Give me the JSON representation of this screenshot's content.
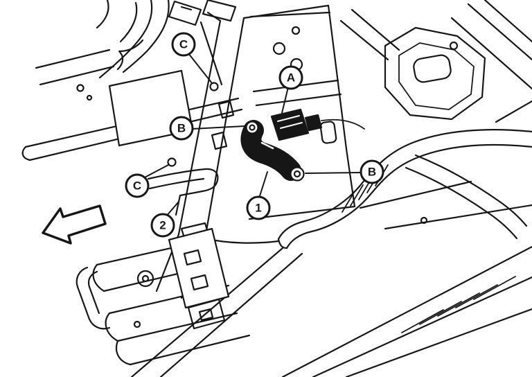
{
  "figure": {
    "background_color": "#ffffff",
    "line_color": "#161616",
    "callouts": [
      {
        "id": "c-upper",
        "label": "C"
      },
      {
        "id": "a",
        "label": "A"
      },
      {
        "id": "b-left",
        "label": "B"
      },
      {
        "id": "b-right",
        "label": "B"
      },
      {
        "id": "c-lower",
        "label": "C"
      },
      {
        "id": "part-1",
        "label": "1"
      },
      {
        "id": "part-2",
        "label": "2"
      }
    ],
    "icons": {
      "direction_arrow": "front-direction-arrow"
    }
  }
}
